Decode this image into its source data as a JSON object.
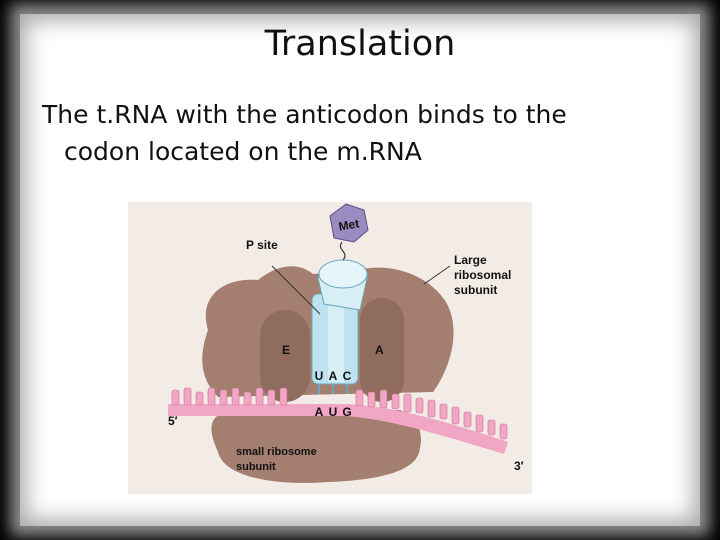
{
  "slide": {
    "title": "Translation",
    "body_line1": "The t.RNA with the anticodon binds to the",
    "body_line2": "codon located on the m.RNA"
  },
  "figure": {
    "amino_acid": "Met",
    "p_site_label": "P site",
    "large_subunit_label": [
      "Large",
      "ribosomal",
      "subunit"
    ],
    "e_site_label": "E",
    "a_site_label": "A",
    "anticodon": [
      "U",
      "A",
      "C"
    ],
    "codon": [
      "A",
      "U",
      "G"
    ],
    "five_prime": "5′",
    "three_prime": "3′",
    "small_subunit_label": [
      "small ribosome",
      "subunit"
    ]
  },
  "colors": {
    "ribosome": "#a47f6f",
    "ribosome_dark": "#8a6858",
    "trna": "#bfe3ee",
    "mrna": "#f0a6c4",
    "met": "#9a8cc0",
    "figure_bg": "#f3ece6"
  }
}
